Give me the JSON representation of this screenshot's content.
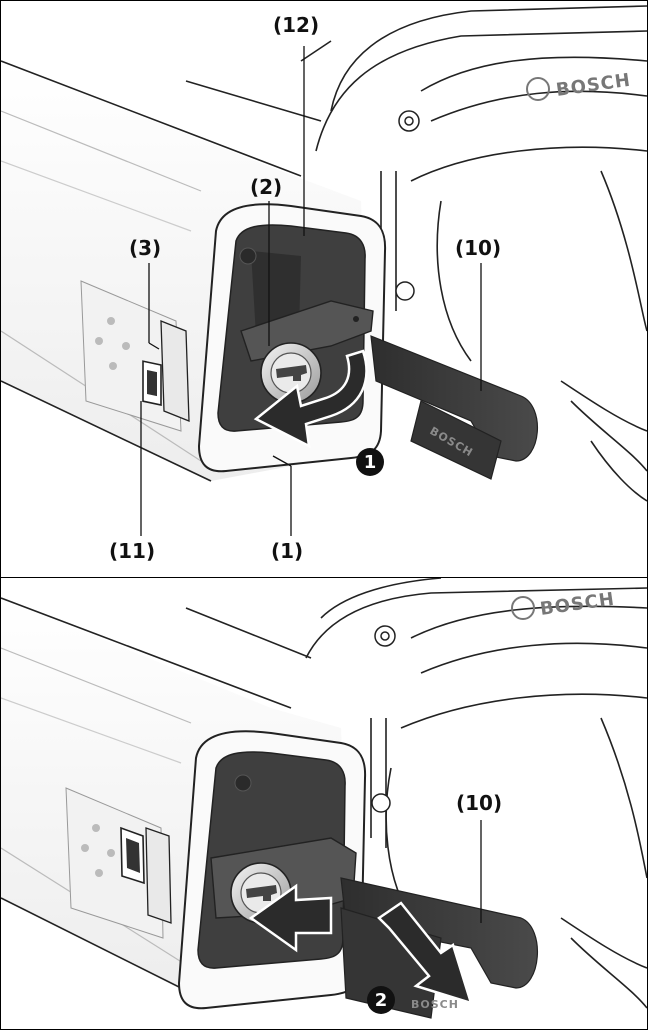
{
  "panels": {
    "top": {
      "callouts": {
        "c12": "(12)",
        "c2": "(2)",
        "c3": "(3)",
        "c10": "(10)",
        "c11": "(11)",
        "c1": "(1)"
      },
      "step": "1",
      "brand": "BOSCH",
      "strap_brand": "BOSCH"
    },
    "bottom": {
      "callouts": {
        "c10": "(10)"
      },
      "step": "2",
      "brand": "BOSCH",
      "strap_brand": "BOSCH"
    }
  },
  "colors": {
    "strap": "#3a3a3a",
    "lock_housing": "#4a4a4a",
    "arrow": "#2b2b2b",
    "outline": "#222222"
  }
}
